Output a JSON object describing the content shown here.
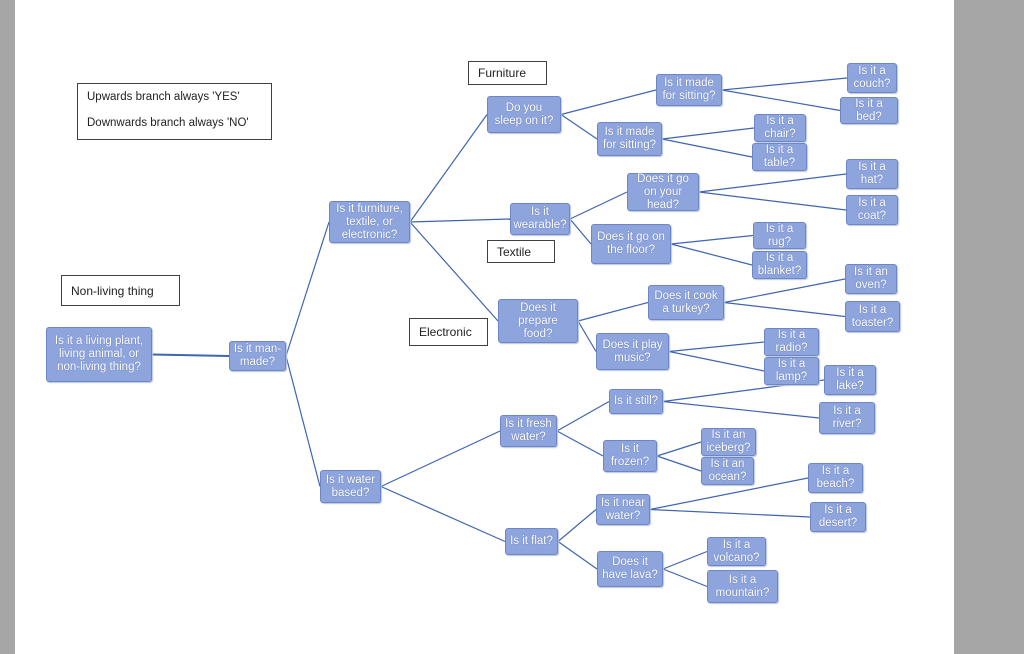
{
  "legend": {
    "yes": "Upwards branch always 'YES'",
    "no": "Downwards branch always 'NO'"
  },
  "labels": {
    "non_living": "Non-living thing",
    "furniture": "Furniture",
    "textile": "Textile",
    "electronic": "Electronic"
  },
  "nodes": {
    "root": "Is it a living plant,\nliving animal, or\nnon-living thing?",
    "man_made": "Is it man-\nmade?",
    "category": "Is it furniture,\ntextile, or\nelectronic?",
    "water_based": "Is it water\nbased?",
    "sleep": "Do you\nsleep on it?",
    "wearable": "Is it\nwearable?",
    "prepare_food": "Does it\nprepare\nfood?",
    "made_sitting_1": "Is it made\nfor sitting?",
    "made_sitting_2": "Is it made\nfor sitting?",
    "couch": "Is it a\ncouch?",
    "bed": "Is it a\nbed?",
    "chair": "Is it a\nchair?",
    "table": "Is it a\ntable?",
    "go_head": "Does it go\non your\nhead?",
    "go_floor": "Does it go on\nthe floor?",
    "hat": "Is it a\nhat?",
    "coat": "Is it a\ncoat?",
    "rug": "Is it a\nrug?",
    "blanket": "Is it a\nblanket?",
    "cook_turkey": "Does it cook\na turkey?",
    "play_music": "Does it play\nmusic?",
    "oven": "Is it an\noven?",
    "toaster": "Is it a\ntoaster?",
    "radio": "Is it a\nradio?",
    "lamp": "Is it a\nlamp?",
    "fresh_water": "Is it fresh\nwater?",
    "flat": "Is it flat?",
    "still": "Is it still?",
    "frozen": "Is it\nfrozen?",
    "lake": "Is it a\nlake?",
    "river": "Is it a\nriver?",
    "iceberg": "Is it an\niceberg?",
    "ocean": "Is it an\nocean?",
    "near_water": "Is it near\nwater?",
    "lava": "Does it\nhave lava?",
    "beach": "Is it a\nbeach?",
    "desert": "Is it a\ndesert?",
    "volcano": "Is it a\nvolcano?",
    "mountain": "Is it a\nmountain?"
  },
  "edges": [
    [
      "root",
      "man_made"
    ],
    [
      "man_made",
      "category"
    ],
    [
      "man_made",
      "water_based"
    ],
    [
      "category",
      "sleep"
    ],
    [
      "category",
      "wearable"
    ],
    [
      "category",
      "prepare_food"
    ],
    [
      "sleep",
      "made_sitting_1"
    ],
    [
      "sleep",
      "made_sitting_2"
    ],
    [
      "made_sitting_1",
      "couch"
    ],
    [
      "made_sitting_1",
      "bed"
    ],
    [
      "made_sitting_2",
      "chair"
    ],
    [
      "made_sitting_2",
      "table"
    ],
    [
      "wearable",
      "go_head"
    ],
    [
      "wearable",
      "go_floor"
    ],
    [
      "go_head",
      "hat"
    ],
    [
      "go_head",
      "coat"
    ],
    [
      "go_floor",
      "rug"
    ],
    [
      "go_floor",
      "blanket"
    ],
    [
      "prepare_food",
      "cook_turkey"
    ],
    [
      "prepare_food",
      "play_music"
    ],
    [
      "cook_turkey",
      "oven"
    ],
    [
      "cook_turkey",
      "toaster"
    ],
    [
      "play_music",
      "radio"
    ],
    [
      "play_music",
      "lamp"
    ],
    [
      "water_based",
      "fresh_water"
    ],
    [
      "water_based",
      "flat"
    ],
    [
      "fresh_water",
      "still"
    ],
    [
      "fresh_water",
      "frozen"
    ],
    [
      "still",
      "lake"
    ],
    [
      "still",
      "river"
    ],
    [
      "frozen",
      "iceberg"
    ],
    [
      "frozen",
      "ocean"
    ],
    [
      "flat",
      "near_water"
    ],
    [
      "flat",
      "lava"
    ],
    [
      "near_water",
      "beach"
    ],
    [
      "near_water",
      "desert"
    ],
    [
      "lava",
      "volcano"
    ],
    [
      "lava",
      "mountain"
    ]
  ],
  "colors": {
    "node_fill": "#8ea4dc",
    "node_border": "#6f86c6",
    "edge": "#3f64b0",
    "background": "#a6a6a6"
  }
}
